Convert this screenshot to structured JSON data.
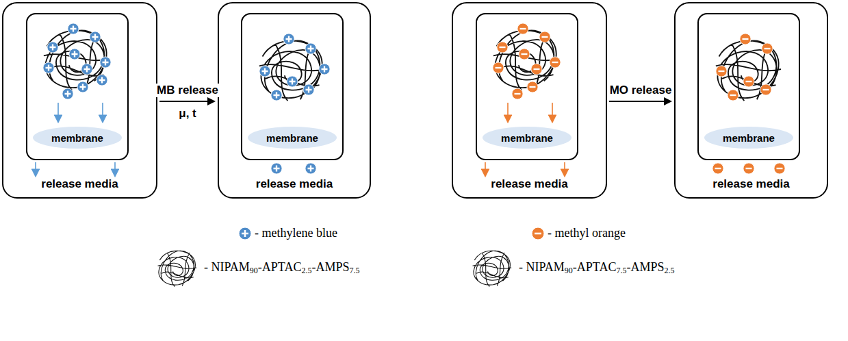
{
  "diagram": {
    "nodes": [
      {
        "text": [
          "release media"
        ]
      },
      {
        "text": [],
        "in": 0
      },
      {
        "text": [
          "membrane"
        ],
        "in": 1
      },
      {
        "text": [
          "release media"
        ]
      },
      {
        "text": [],
        "in": 3
      },
      {
        "text": [
          "membrane"
        ],
        "in": 4
      },
      {
        "text": [
          "release media"
        ]
      },
      {
        "text": [],
        "in": 6
      },
      {
        "text": [
          "membrane"
        ],
        "in": 7
      },
      {
        "text": [
          "release media"
        ]
      },
      {
        "text": [],
        "in": 9
      },
      {
        "text": [
          "membrane"
        ],
        "in": 10
      }
    ],
    "edges": [
      {
        "from": 0,
        "to": 3,
        "arrow": "to",
        "label": "MB release"
      },
      {
        "from": 6,
        "to": 9,
        "arrow": "to",
        "label": "MO release"
      }
    ],
    "labels": [
      "μ, t"
    ],
    "legend": [
      {
        "text": "- methylene blue"
      },
      {
        "text": "- NIPAM90-APTAC2.5-AMPS7.5"
      },
      {
        "text": "- methyl orange"
      },
      {
        "text": "- NIPAM90-APTAC7.5-AMPS2.5"
      }
    ]
  }
}
